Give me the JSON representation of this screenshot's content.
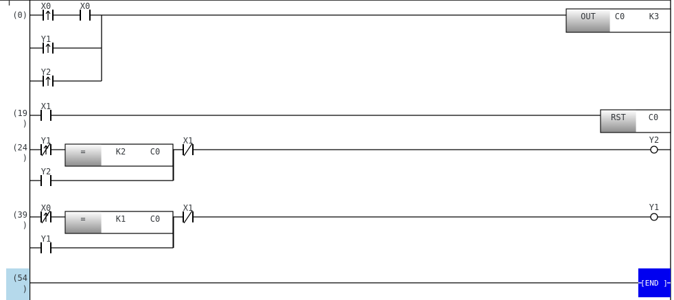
{
  "colors": {
    "wire": "#000000",
    "text": "#33373b",
    "selection_fill": "#0000f0",
    "selection_text": "#ffffff",
    "step_highlight": "#b5d9eb",
    "cell_gradient_top": "#fdfdfd",
    "cell_gradient_bottom": "#8f8f8f"
  },
  "ladder": {
    "rung0": {
      "step": "(0)",
      "contact1_device": "X0",
      "contact1_type": "rising-edge",
      "contact2_device": "X0",
      "contact2_type": "normally-open",
      "branch1_device": "Y1",
      "branch1_type": "rising-edge",
      "branch2_device": "Y2",
      "branch2_type": "rising-edge",
      "instruction_op": "OUT",
      "instruction_operand1": "C0",
      "instruction_operand2": "K3"
    },
    "rung19": {
      "step_line1": "(19",
      "step_line2": ")",
      "contact1_device": "X1",
      "contact1_type": "normally-open",
      "instruction_op": "RST",
      "instruction_operand1": "C0"
    },
    "rung24": {
      "step_line1": "(24",
      "step_line2": ")",
      "contact1_device": "Y1",
      "contact1_type": "negated-rising-edge",
      "branch1_device": "Y2",
      "branch1_type": "normally-open",
      "compare_op": "=",
      "compare_operand1": "K2",
      "compare_operand2": "C0",
      "contact2_device": "X1",
      "contact2_type": "normally-closed",
      "coil_device": "Y2"
    },
    "rung39": {
      "step_line1": "(39",
      "step_line2": ")",
      "contact1_device": "X0",
      "contact1_type": "negated-rising-edge",
      "branch1_device": "Y1",
      "branch1_type": "normally-open",
      "compare_op": "=",
      "compare_operand1": "K1",
      "compare_operand2": "C0",
      "contact2_device": "X1",
      "contact2_type": "normally-closed",
      "coil_device": "Y1"
    },
    "rung54": {
      "step_line1": "(54",
      "step_line2": ")",
      "end_instruction": "[END ]"
    }
  }
}
